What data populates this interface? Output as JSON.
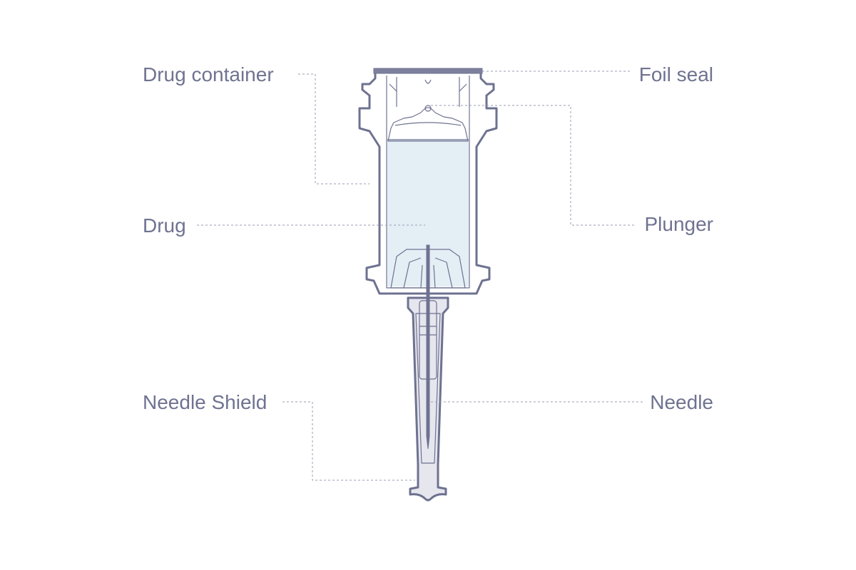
{
  "labels": {
    "drug_container": "Drug container",
    "foil_seal": "Foil seal",
    "drug": "Drug",
    "plunger": "Plunger",
    "needle_shield": "Needle Shield",
    "needle": "Needle"
  },
  "colors": {
    "outline": "#6e7290",
    "label_text": "#6f7390",
    "leader_line": "#9a9db4",
    "drug_fill": "#e4eef5",
    "shield_fill": "#e6e6ee",
    "foil": "#7d819d"
  }
}
